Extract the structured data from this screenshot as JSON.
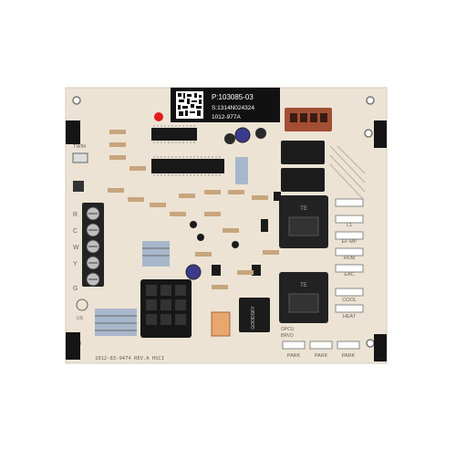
{
  "board": {
    "label_part": "P:103085-03",
    "label_serial": "S:1314N024324",
    "label_rev": "1012-977A",
    "silk_footer": "1012-83-9474  REV.A  HSCI",
    "silk_twin": "TWIN",
    "silk_r": "R",
    "silk_c": "C",
    "silk_w": "W",
    "silk_y": "Y",
    "silk_g": "G",
    "silk_us": "US",
    "relay_brand": "TE",
    "transformer_brand": "GOODSKY",
    "right_tab_labels": [
      "L1",
      "EF MP",
      "HUM",
      "EAC",
      "COOL",
      "HEAT"
    ],
    "bottom_tab_labels": [
      "PARK",
      "PARK",
      "PARK"
    ],
    "tab_lower_left": "OPCU",
    "tab_lower_left2": "BRVD"
  },
  "colors": {
    "board": "#ece3d4",
    "label": "#111111",
    "black_component": "#161616",
    "silk": "#6b6358",
    "terminal": "#222222",
    "connector": "#a24f35",
    "relay_blue": "#2a2a2a",
    "led": "#e21b1b"
  }
}
